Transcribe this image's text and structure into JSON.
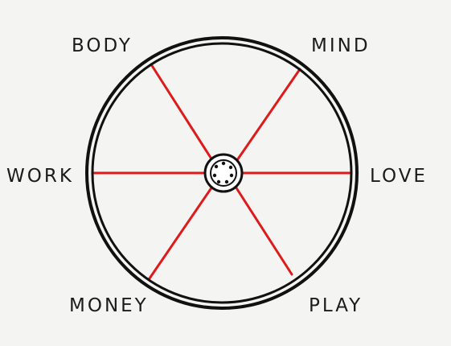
{
  "labels": {
    "body": "BODY",
    "mind": "MIND",
    "work": "WORK",
    "love": "LOVE",
    "money": "MONEY",
    "play": "PLAY"
  },
  "colors": {
    "background": "#f4f4f2",
    "rim": "#111111",
    "spokes": "#dd1b1b",
    "hub": "#111111",
    "labels": "#1b1b1b"
  }
}
